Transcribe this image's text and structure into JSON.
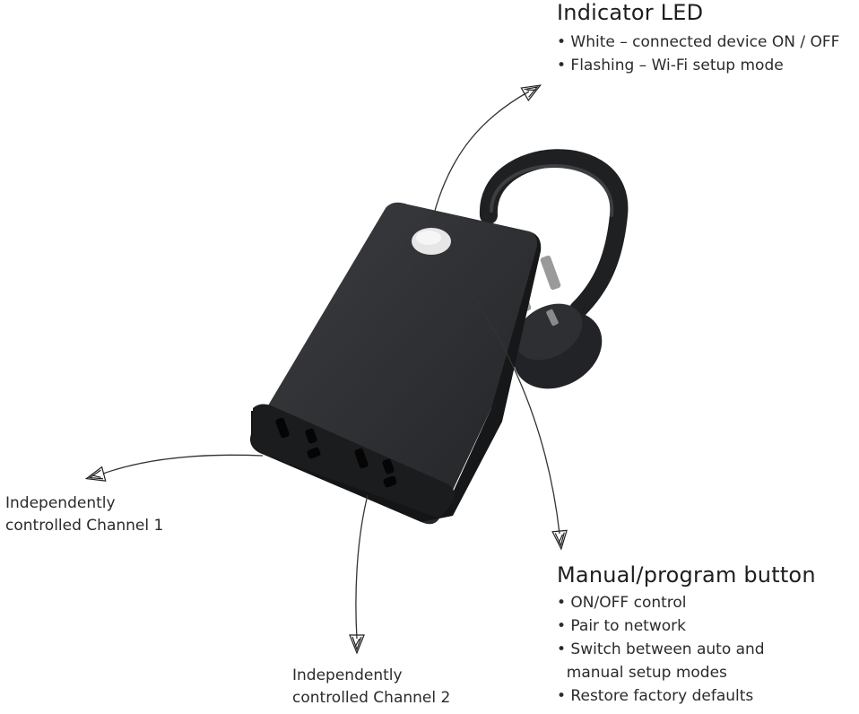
{
  "indicator_led": {
    "title": "Indicator LED",
    "bullets": [
      "• White – connected device ON / OFF",
      "• Flashing – Wi-Fi setup mode"
    ]
  },
  "manual_button": {
    "title": "Manual/program button",
    "bullets": [
      "• ON/OFF control",
      "• Pair to network",
      "• Switch between auto and",
      "  manual setup modes",
      "• Restore factory defaults"
    ]
  },
  "channel_1": {
    "lines": [
      "Independently",
      "controlled Channel 1"
    ]
  },
  "channel_2": {
    "lines": [
      "Independently",
      "controlled Channel 2"
    ]
  },
  "colors": {
    "device_body": "#2a2b2d",
    "device_face": "#1c1d1f",
    "button": "#e6e6e6",
    "line": "#333333"
  }
}
